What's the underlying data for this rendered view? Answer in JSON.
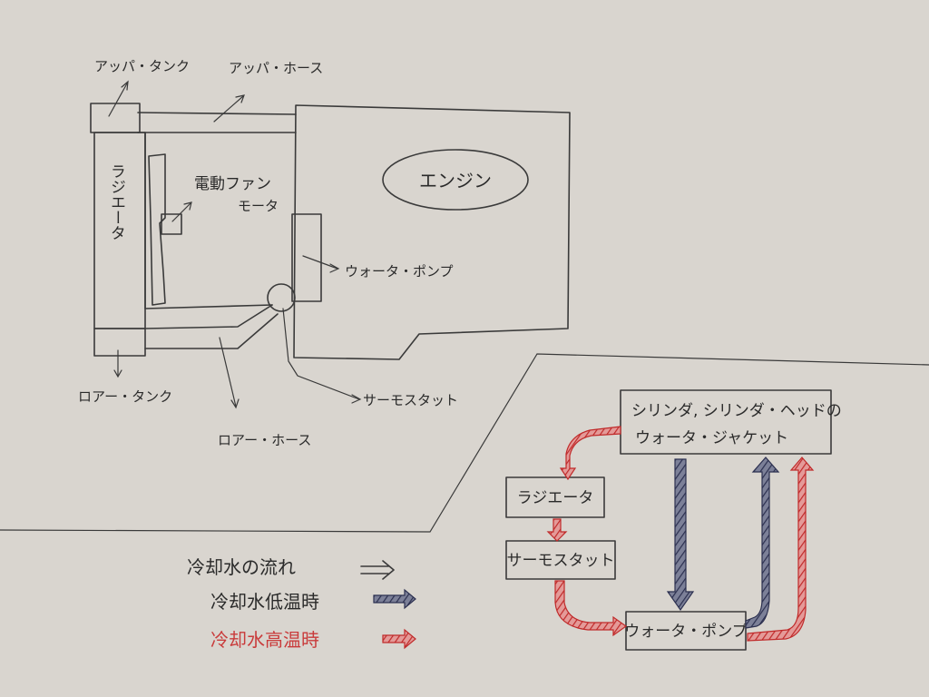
{
  "colors": {
    "paper": "#d9d5cf",
    "ink": "#2a2a2a",
    "low_temp": "#4a4f6e",
    "high_temp": "#c93b3b"
  },
  "system": {
    "upper_tank": "アッパ・タンク",
    "upper_hose": "アッパ・ホース",
    "radiator": "ラジエータ",
    "fan_motor_line1": "電動ファン",
    "fan_motor_line2": "モータ",
    "engine": "エンジン",
    "water_pump": "ウォータ・ポンプ",
    "lower_tank": "ロアー・タンク",
    "lower_hose": "ロアー・ホース",
    "thermostat": "サーモスタット"
  },
  "flow": {
    "jacket_line1": "シリンダ, シリンダ・ヘッドの",
    "jacket_line2": "ウォータ・ジャケット",
    "radiator": "ラジエータ",
    "thermostat": "サーモスタット",
    "water_pump": "ウォータ・ポンプ"
  },
  "legend": {
    "flow_label": "冷却水の流れ",
    "low_temp_label": "冷却水低温時",
    "high_temp_label": "冷却水高温時"
  }
}
